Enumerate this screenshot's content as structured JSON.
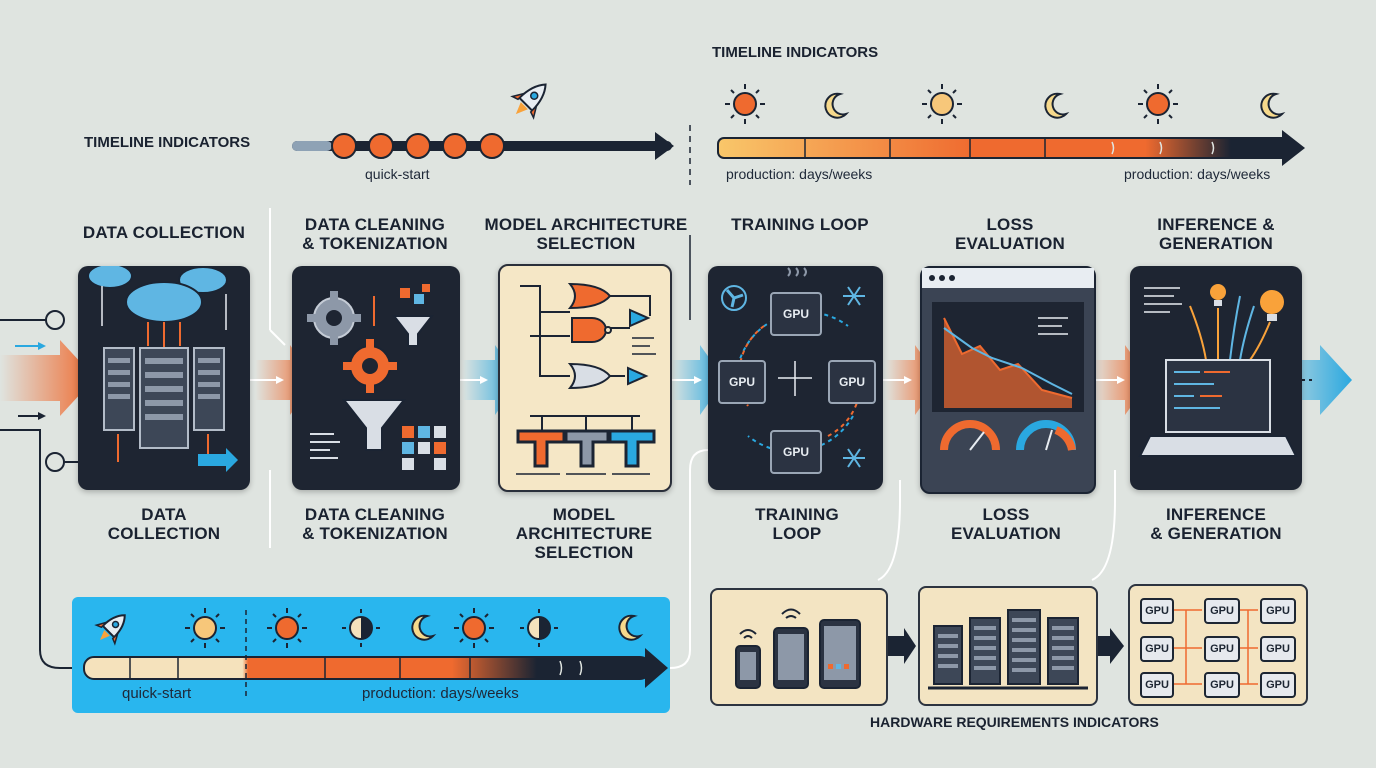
{
  "timeline_top_left": {
    "title": "TIMELINE INDICATORS",
    "caption": "quick-start"
  },
  "timeline_top_right": {
    "title": "TIMELINE INDICATORS",
    "caption_left": "production: days/weeks",
    "caption_right": "production: days/weeks"
  },
  "stages": [
    {
      "top": "DATA COLLECTION",
      "bottom": "DATA\nCOLLECTION"
    },
    {
      "top": "DATA CLEANING\n& TOKENIZATION",
      "bottom": "DATA CLEANING\n& TOKENIZATION"
    },
    {
      "top": "MODEL ARCHITECTURE\nSELECTION",
      "bottom": "MODEL\nARCHITECTURE\nSELECTION"
    },
    {
      "top": "TRAINING LOOP",
      "bottom": "TRAINING\nLOOP"
    },
    {
      "top": "LOSS\nEVALUATION",
      "bottom": "LOSS\nEVALUATION"
    },
    {
      "top": "INFERENCE &\nGENERATION",
      "bottom": "INFERENCE\n& GENERATION"
    }
  ],
  "gpu_label": "GPU",
  "timeline_bottom": {
    "caption_left": "quick-start",
    "caption_right": "production: days/weeks"
  },
  "hardware": {
    "title": "HARDWARE REQUIREMENTS INDICATORS",
    "chip_label": "GPU"
  },
  "colors": {
    "orange": "#ef6a2f",
    "blue": "#2aa8e0",
    "navy": "#1b2433",
    "cream": "#f5e7c6",
    "bg": "#dfe4e0"
  }
}
